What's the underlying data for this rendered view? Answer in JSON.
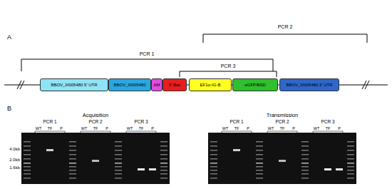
{
  "diagram": {
    "nodes": [
      {
        "text": [
          "BBOV_III005480 5' UTR"
        ]
      },
      {
        "text": [
          "BBOV_III005480"
        ]
      },
      {
        "text": [
          "AM"
        ]
      },
      {
        "text": [
          "3' Bac"
        ]
      },
      {
        "text": [
          "EF1α-IG-B"
        ]
      },
      {
        "text": [
          "eGFP/BSD"
        ]
      },
      {
        "text": [
          "BBOV_III005480 3' UTR"
        ]
      }
    ],
    "edges": [
      {
        "from": 0,
        "to": 1,
        "arrow": "none"
      },
      {
        "from": 1,
        "to": 2,
        "arrow": "none"
      },
      {
        "from": 2,
        "to": 3,
        "arrow": "none"
      },
      {
        "from": 3,
        "to": 4,
        "arrow": "none"
      },
      {
        "from": 4,
        "to": 5,
        "arrow": "none"
      },
      {
        "from": 5,
        "to": 6,
        "arrow": "none"
      }
    ],
    "labels": [
      "A",
      "PCR 2",
      "PCR 1",
      "PCR 3",
      "B",
      "Acquisition",
      "Transmission",
      "PCR 1",
      "PCR 2",
      "PCR 3",
      "WT",
      "TF",
      "P",
      "WT",
      "TF",
      "P",
      "WT",
      "TF",
      "P",
      "PCR 1",
      "PCR 2",
      "PCR 3",
      "WT",
      "TF",
      "P",
      "WT",
      "TF",
      "P",
      "WT",
      "TF",
      "P",
      "4.0kb",
      "2.0kb",
      "1.6kb"
    ]
  }
}
